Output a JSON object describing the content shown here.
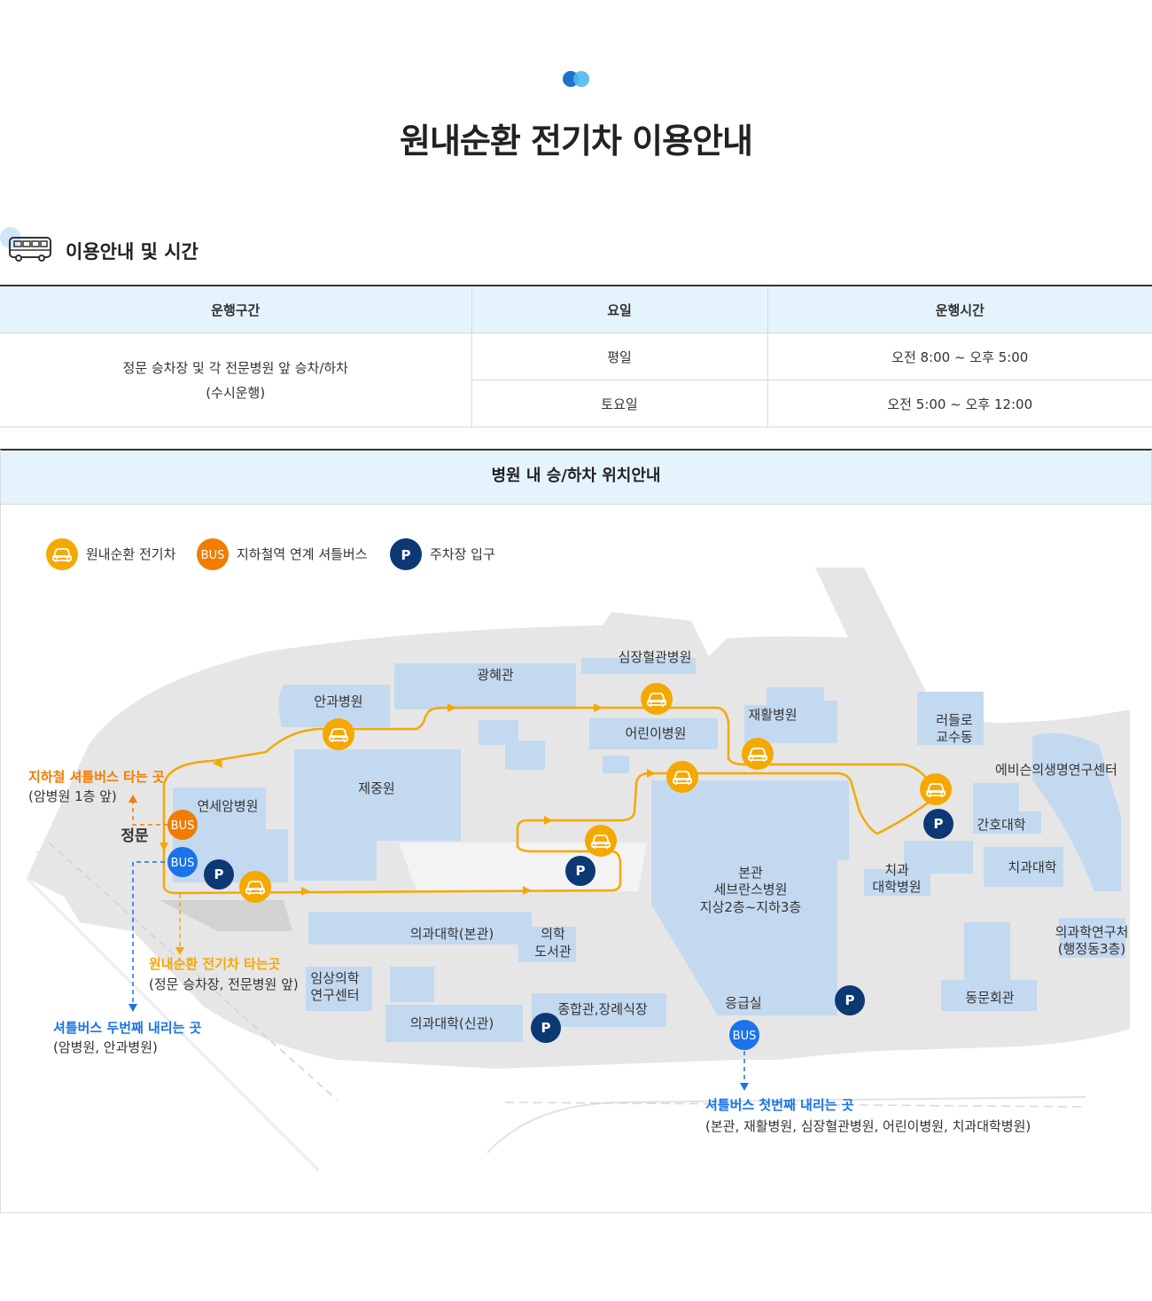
{
  "page": {
    "title": "원내순환 전기차 이용안내"
  },
  "section": {
    "title": "이용안내 및 시간",
    "icon": "bus-icon"
  },
  "schedule": {
    "headers": [
      "운행구간",
      "요일",
      "운행시간"
    ],
    "route_line1": "정문 승차장 및 각 전문병원 앞 승차/하차",
    "route_line2": "(수시운행)",
    "rows": [
      {
        "day": "평일",
        "time": "오전 8:00 ~ 오후 5:00"
      },
      {
        "day": "토요일",
        "time": "오전 5:00 ~ 오후 12:00"
      }
    ]
  },
  "map": {
    "title": "병원 내 승/하차 위치안내",
    "legend": [
      {
        "icon": "car-icon",
        "label": "원내순환 전기차"
      },
      {
        "icon": "bus-icon",
        "badge": "BUS",
        "label": "지하철역 연계 셔틀버스"
      },
      {
        "icon": "parking-icon",
        "badge": "P",
        "label": "주차장 입구"
      }
    ],
    "buildings": {
      "cardio": "심장혈관병원",
      "gwanghye": "광혜관",
      "eye": "안과병원",
      "rehab": "재활병원",
      "children": "어린이병원",
      "rudolph": "러들로",
      "rudolph2": "교수동",
      "avison": "에비슨의생명연구센터",
      "jejung": "제중원",
      "cancer": "연세암병원",
      "nursing": "간호대학",
      "dental": "치과대학",
      "dentalhosp1": "치과",
      "dentalhosp2": "대학병원",
      "main1": "본관",
      "main2": "세브란스병원",
      "main3": "지상2층~지하3층",
      "medcollege": "의과대학(본관)",
      "library1": "의학",
      "library2": "도서관",
      "clinical1": "임상의학",
      "clinical2": "연구센터",
      "newmed": "의과대학(신관)",
      "jonghap": "종합관,장례식장",
      "er": "응급실",
      "research1": "의과학연구처",
      "research2": "(행정동3층)",
      "alumni": "동문회관",
      "gate": "정문"
    },
    "badges": {
      "bus": "BUS",
      "parking": "P"
    },
    "annotations": {
      "subway_title": "지하철 셔틀버스 타는 곳",
      "subway_sub": "(암병원 1층 앞)",
      "ev_title": "원내순환 전기차 타는곳",
      "ev_sub": "(정문 승차장, 전문병원 앞)",
      "second_title": "셔틀버스 두번째 내리는 곳",
      "second_sub": "(암병원, 안과병원)",
      "first_title": "셔틀버스 첫번째 내리는 곳",
      "first_sub": "(본관, 재활병원, 심장혈관병원, 어린이병원, 치과대학병원)"
    },
    "colors": {
      "route": "#f5a800",
      "bus_orange": "#f07d00",
      "bus_blue": "#1a73e8",
      "parking": "#0c3873",
      "building": "#c3d9f0",
      "ground": "#e6e6e6"
    }
  }
}
